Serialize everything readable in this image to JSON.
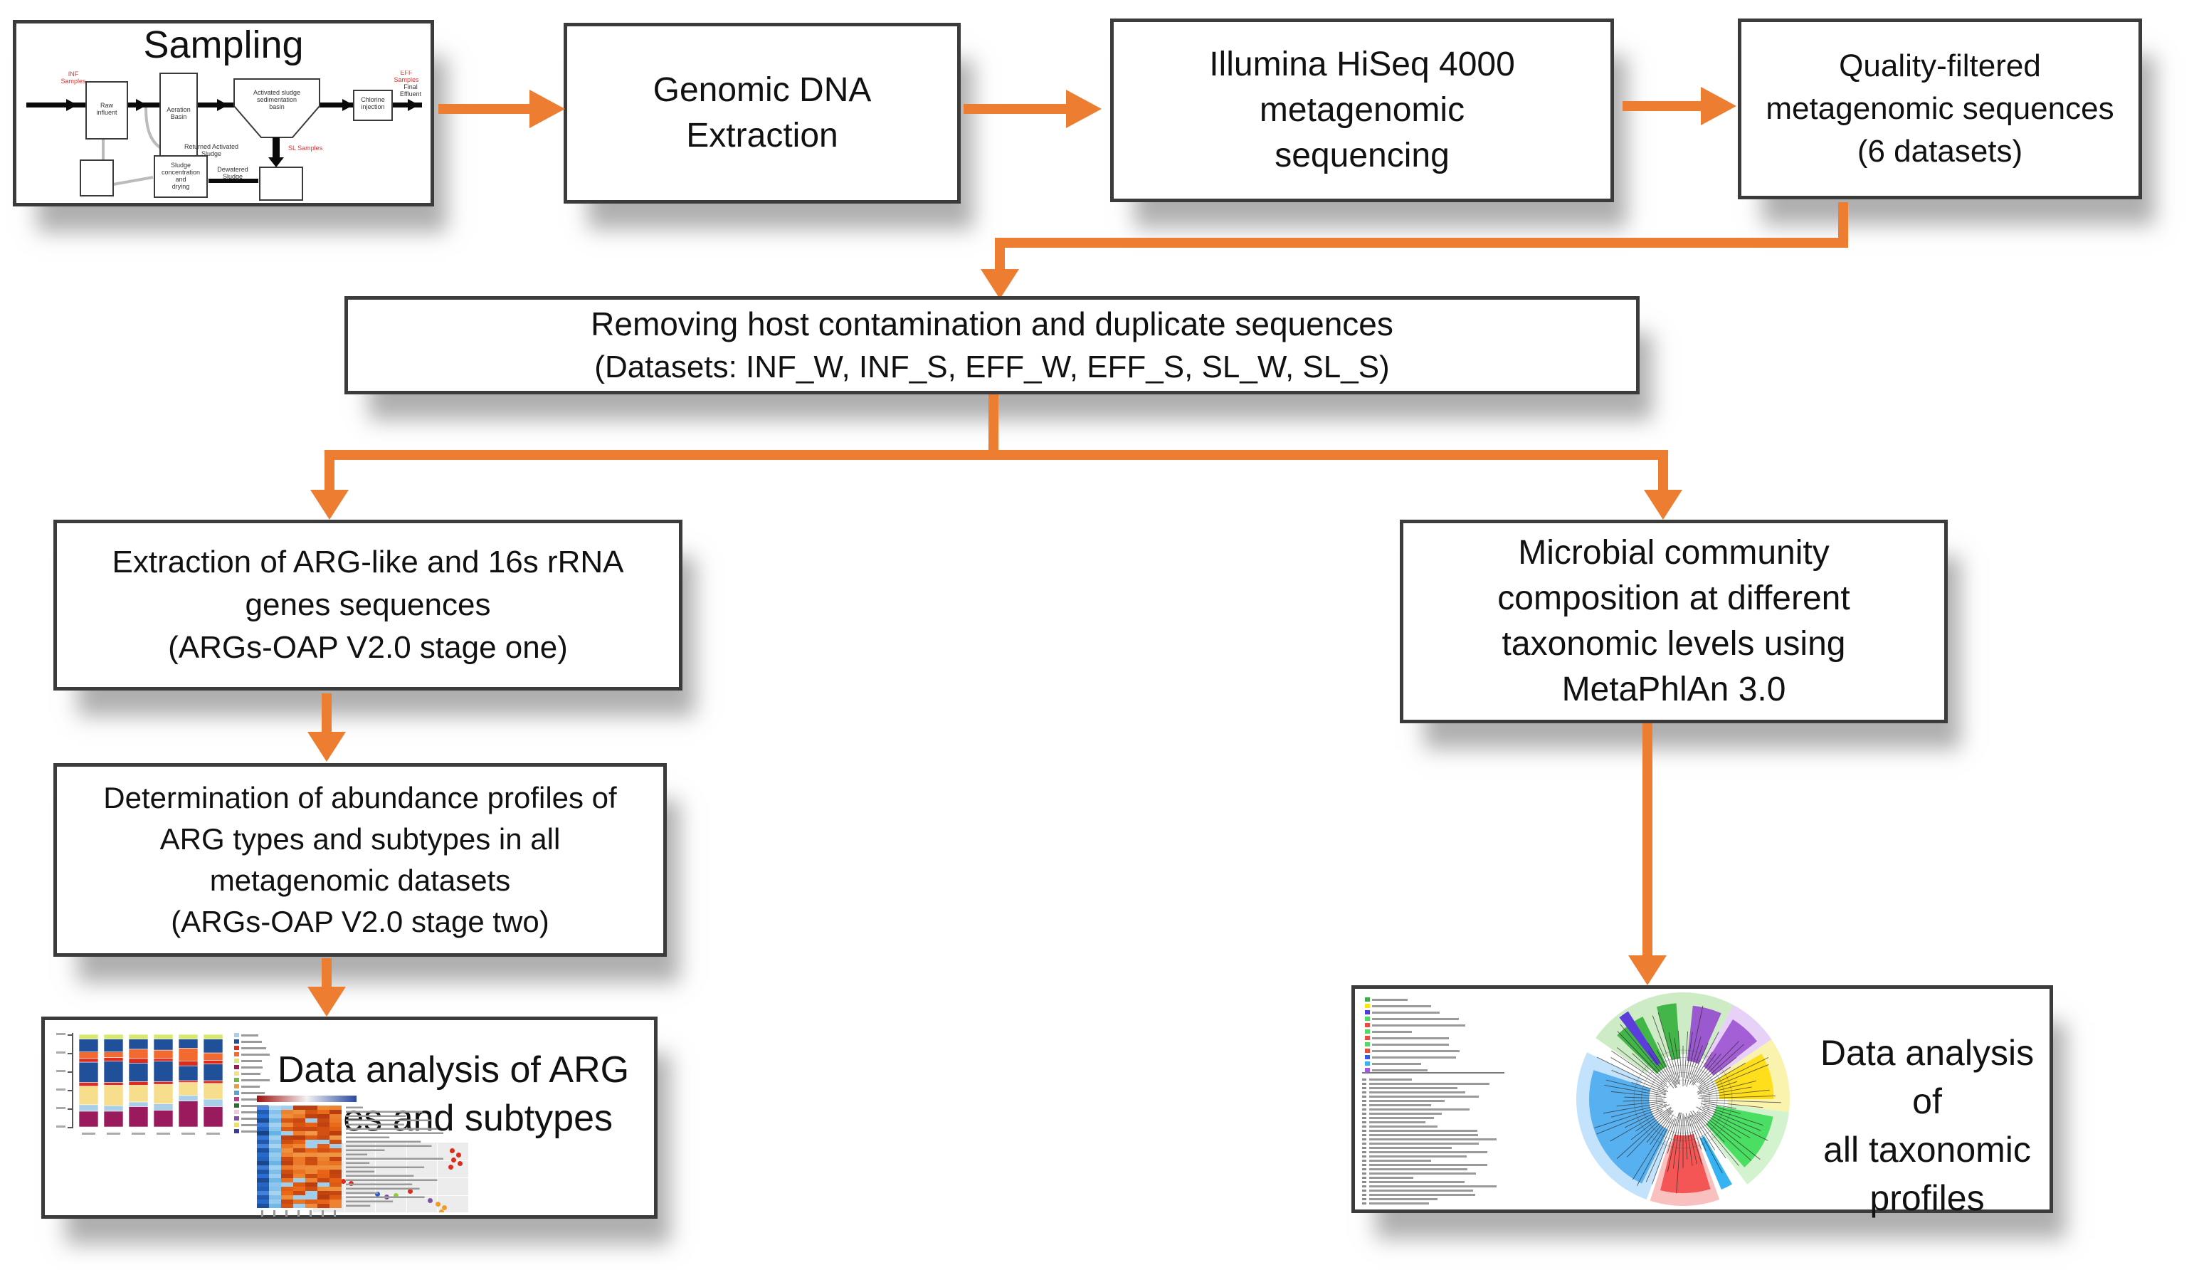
{
  "palette": {
    "arrow": "#ED7D31",
    "border": "#3B3B3B",
    "background": "#FFFFFF",
    "text": "#111111",
    "sample_label_red": "#E03030"
  },
  "nodes": {
    "sampling": {
      "title": "Sampling"
    },
    "genomic_dna": {
      "lines": [
        "Genomic DNA",
        "Extraction"
      ]
    },
    "illumina": {
      "lines": [
        "Illumina HiSeq 4000",
        "metagenomic",
        "sequencing"
      ]
    },
    "quality_filtered": {
      "lines": [
        "Quality-filtered",
        "metagenomic sequences",
        "(6 datasets)"
      ]
    },
    "removing_host": {
      "lines": [
        "Removing host contamination and duplicate sequences",
        "(Datasets: INF_W, INF_S, EFF_W, EFF_S, SL_W, SL_S)"
      ]
    },
    "extraction_arg": {
      "lines": [
        "Extraction of ARG-like and 16s rRNA",
        "genes sequences",
        "(ARGs-OAP V2.0 stage one)"
      ]
    },
    "determination": {
      "lines": [
        "Determination of abundance profiles of",
        "ARG types and subtypes in all",
        "metagenomic datasets",
        "(ARGs-OAP V2.0 stage two)"
      ]
    },
    "arg_analysis": {
      "lines": [
        "Data analysis of ARG",
        "types and subtypes"
      ]
    },
    "microbial": {
      "lines": [
        "Microbial community",
        "composition at different",
        "taxonomic levels using",
        "MetaPhlAn 3.0"
      ]
    },
    "taxonomic_analysis": {
      "lines": [
        "Data analysis of",
        "all taxonomic",
        "profiles"
      ]
    }
  },
  "sampling_diagram": {
    "inf_label": "INF Samples",
    "eff_label": "EFF Samples",
    "sl_label": "SL Samples",
    "raw_influent": "Raw influent",
    "aeration": "Aeration Basin",
    "sedimentation": "Activated sludge sedimentation basin",
    "chlorine": "Chlorine injection",
    "final_effluent": "Final Effluent",
    "ras": "Returned Activated Sludge",
    "sludge_conc": "Sludge concentration and drying",
    "dewatered": "Dewatered Sludge"
  },
  "thumbs": {
    "stacked_bar": {
      "segment_colors": [
        "#991B5E",
        "#A8CEE8",
        "#F6DE8D",
        "#DD2C1E",
        "#1F5099",
        "#DD2C1E",
        "#F26A30",
        "#1F5099",
        "#D9E96B"
      ],
      "bars": [
        [
          0.17,
          0.07,
          0.2,
          0.04,
          0.22,
          0.04,
          0.07,
          0.14,
          0.05
        ],
        [
          0.17,
          0.06,
          0.22,
          0.03,
          0.23,
          0.04,
          0.06,
          0.14,
          0.05
        ],
        [
          0.22,
          0.05,
          0.18,
          0.04,
          0.2,
          0.05,
          0.1,
          0.11,
          0.05
        ],
        [
          0.18,
          0.07,
          0.21,
          0.03,
          0.22,
          0.03,
          0.09,
          0.12,
          0.05
        ],
        [
          0.28,
          0.06,
          0.14,
          0.02,
          0.16,
          0.05,
          0.14,
          0.1,
          0.05
        ],
        [
          0.22,
          0.08,
          0.17,
          0.03,
          0.18,
          0.04,
          0.08,
          0.15,
          0.05
        ]
      ]
    },
    "bar_legend_chips": [
      "#A8CEE8",
      "#1F5099",
      "#DD2C1E",
      "#F26A30",
      "#D9E96B",
      "#991B5E",
      "#F6DE8D",
      "#74B64C",
      "#E8A03C",
      "#5AA2D0",
      "#C23B8B",
      "#2A6E34",
      "#F2C4DD",
      "#8450A0",
      "#F2E34C",
      "#3C3C99"
    ],
    "scatter_points": [
      [
        0.88,
        0.08,
        "#DD2C1E"
      ],
      [
        0.92,
        0.14,
        "#DD2C1E"
      ],
      [
        0.89,
        0.21,
        "#DD2C1E"
      ],
      [
        0.93,
        0.27,
        "#DD2C1E"
      ],
      [
        0.87,
        0.32,
        "#DD2C1E"
      ],
      [
        0.18,
        0.52,
        "#DD2C1E"
      ],
      [
        0.23,
        0.55,
        "#DD2C1E"
      ],
      [
        0.07,
        0.62,
        "#2E9E3E"
      ],
      [
        0.4,
        0.7,
        "#2A5FD0"
      ],
      [
        0.46,
        0.74,
        "#8450A0"
      ],
      [
        0.52,
        0.72,
        "#8FD030"
      ],
      [
        0.61,
        0.66,
        "#DD2C1E"
      ],
      [
        0.74,
        0.8,
        "#8450A0"
      ],
      [
        0.79,
        0.85,
        "#F29A2A"
      ],
      [
        0.83,
        0.9,
        "#F29A2A"
      ],
      [
        0.81,
        0.96,
        "#F29A2A"
      ]
    ],
    "heatmap_row_shades": [
      0.9,
      0.5,
      0.7,
      0.3,
      0.8,
      0.6,
      0.2,
      0.75,
      0.45,
      0.85,
      0.35,
      0.65,
      0.55,
      0.25,
      0.8,
      0.4,
      0.7,
      0.3,
      0.6,
      0.5,
      0.85,
      0.45,
      0.65,
      0.35
    ],
    "cladogram": {
      "sectors": [
        {
          "a0": -55,
          "a1": 28,
          "r0": 0.42,
          "r1": 1.0,
          "c": "#cdecc5"
        },
        {
          "a0": -46,
          "a1": -26,
          "r0": 0.34,
          "r1": 0.86,
          "c": "#43b649"
        },
        {
          "a0": -38,
          "a1": -32,
          "r0": 0.4,
          "r1": 0.97,
          "c": "#5b3ddb"
        },
        {
          "a0": -16,
          "a1": -4,
          "r0": 0.38,
          "r1": 0.9,
          "c": "#43b649"
        },
        {
          "a0": 6,
          "a1": 24,
          "r0": 0.36,
          "r1": 0.88,
          "c": "#9b59d0"
        },
        {
          "a0": 28,
          "a1": 56,
          "r0": 0.42,
          "r1": 1.0,
          "c": "#e7d1f7"
        },
        {
          "a0": 32,
          "a1": 52,
          "r0": 0.36,
          "r1": 0.88,
          "c": "#a55fd6"
        },
        {
          "a0": 56,
          "a1": 97,
          "r0": 0.42,
          "r1": 1.0,
          "c": "#f9f3ae"
        },
        {
          "a0": 60,
          "a1": 90,
          "r0": 0.34,
          "r1": 0.85,
          "c": "#ffdf1b"
        },
        {
          "a0": 97,
          "a1": 143,
          "r0": 0.42,
          "r1": 1.0,
          "c": "#d2f3cd"
        },
        {
          "a0": 101,
          "a1": 138,
          "r0": 0.32,
          "r1": 0.86,
          "c": "#4ade63"
        },
        {
          "a0": 150,
          "a1": 157,
          "r0": 0.4,
          "r1": 0.92,
          "c": "#35b3f2"
        },
        {
          "a0": 160,
          "a1": 198,
          "r0": 0.42,
          "r1": 1.0,
          "c": "#f9c0c0"
        },
        {
          "a0": 163,
          "a1": 194,
          "r0": 0.34,
          "r1": 0.88,
          "c": "#f45555"
        },
        {
          "a0": 200,
          "a1": 296,
          "r0": 0.42,
          "r1": 1.0,
          "c": "#c2e3fb"
        },
        {
          "a0": 206,
          "a1": 288,
          "r0": 0.32,
          "r1": 0.88,
          "c": "#57b0f0"
        }
      ],
      "legend_colors": [
        "#3fae49",
        "#ffe31a",
        "#4a3de0",
        "#52d964",
        "#f0483c",
        "#52d964",
        "#f0483c",
        "#52d964",
        "#f0483c",
        "#3a57e8",
        "#35b3f2",
        "#a955e8"
      ],
      "list_count": 30
    }
  }
}
